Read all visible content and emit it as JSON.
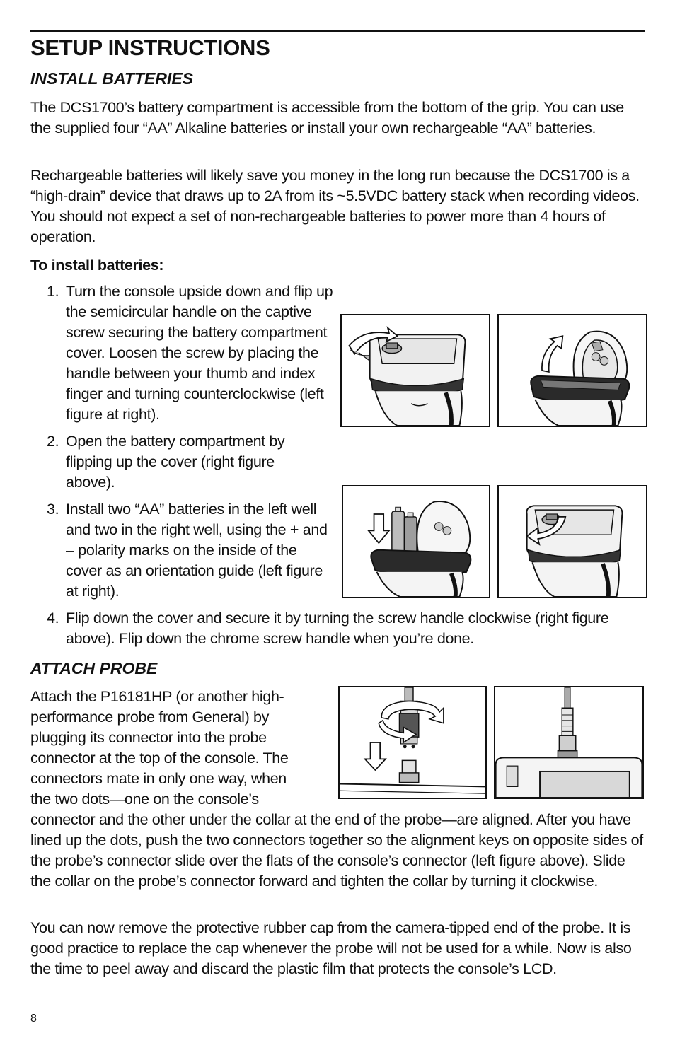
{
  "header": {
    "title": "SETUP INSTRUCTIONS"
  },
  "install": {
    "heading": "INSTALL BATTERIES",
    "para1": "The DCS1700’s battery compartment is accessible from the bottom of the grip. You can use the supplied four “AA” Alkaline batteries or install your own rechargeable “AA” batteries.",
    "para2": "Rechargeable batteries will likely save you money in the long run because the DCS1700 is a “high-drain” device that draws up to 2A from its ~5.5VDC battery stack when recording videos. You should not expect a set of non-rechargeable batteries to power more than 4 hours of operation.",
    "subheading": "To install batteries:",
    "steps": [
      {
        "num": "1.",
        "text": "Turn the console upside down and flip up the semicircular handle on the captive screw securing the battery compartment cover. Loosen the screw by placing the handle between your thumb and index finger and turning counterclockwise (left figure at right)."
      },
      {
        "num": "2.",
        "text": "Open the battery compartment by flipping up the cover (right figure above)."
      },
      {
        "num": "3.",
        "text": "Install two “AA” batteries in the left well and two in the right well, using the + and – polarity marks on the inside of the cover as an orientation guide (left figure at right)."
      },
      {
        "num": "4.",
        "text": "Flip down the cover and secure it by turning the screw handle clockwise (right figure above). Flip down the chrome screw handle when you’re done."
      }
    ]
  },
  "probe": {
    "heading": "ATTACH PROBE",
    "para1_lines": [
      "Attach the P16181HP (or another high-",
      "performance probe from General) by",
      "plugging its connector into the probe",
      "connector at the top of the console. The",
      "connectors mate in only one way, when",
      "the two dots—one on the console’s"
    ],
    "para1_rest": "connector and the other under the collar at the end of the probe—are aligned. After you have lined up the dots, push the two connectors together so the alignment keys on opposite sides of the probe’s connector slide over the flats of the console’s connector (left figure above). Slide the collar on the probe’s connector forward and tighten the collar by turning it clockwise.",
    "para2": "You can now remove the protective rubber cap from the camera-tipped end of the probe. It is good practice to replace the cap whenever the probe will not be used for a while. Now is also the time to peel away and discard the plastic film that protects the console’s LCD."
  },
  "footer": {
    "page_number": "8"
  }
}
